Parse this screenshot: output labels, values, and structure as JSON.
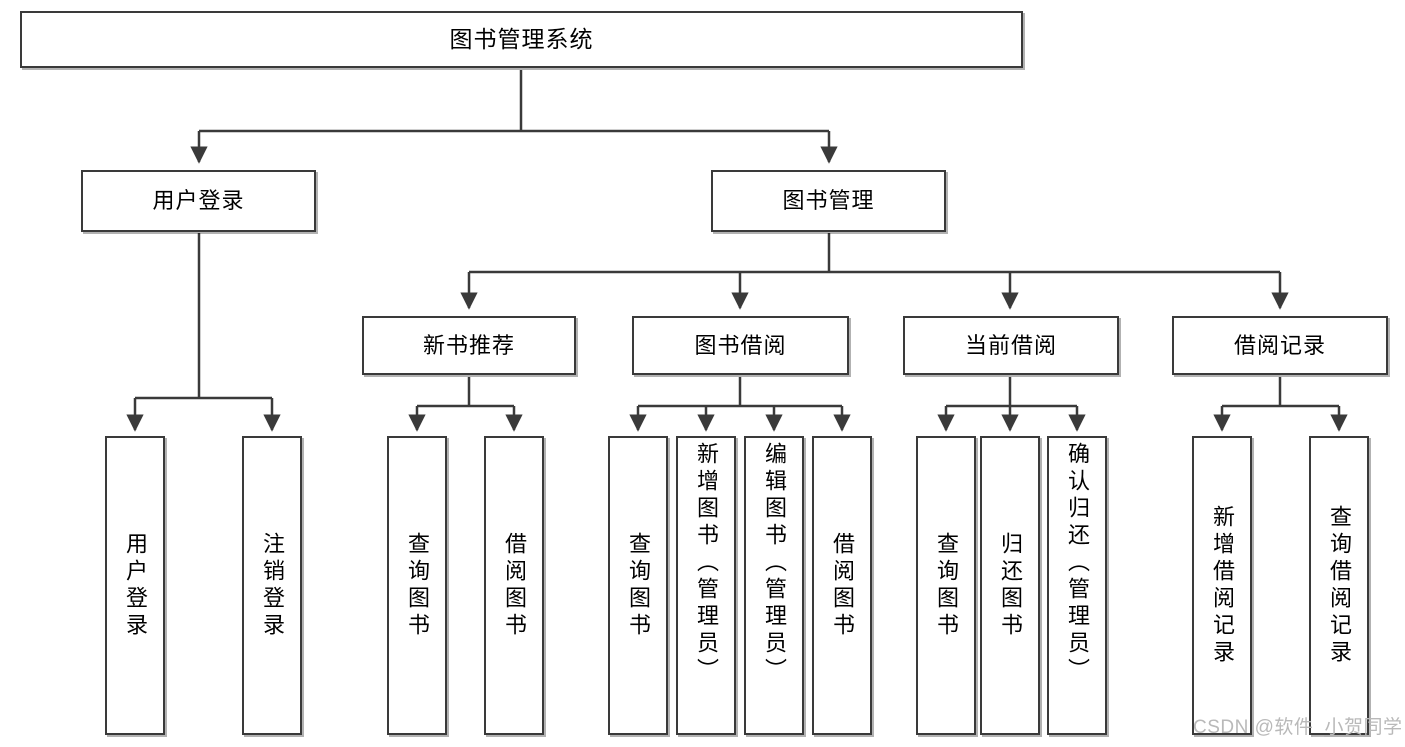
{
  "diagram": {
    "title": "图书管理系统",
    "type": "tree",
    "root": {
      "id": "root",
      "label": "图书管理系统"
    },
    "level2": [
      {
        "id": "user-login",
        "label": "用户登录"
      },
      {
        "id": "book-manage",
        "label": "图书管理"
      }
    ],
    "level3": [
      {
        "id": "new-book-recommend",
        "label": "新书推荐"
      },
      {
        "id": "book-borrow",
        "label": "图书借阅"
      },
      {
        "id": "current-borrow",
        "label": "当前借阅"
      },
      {
        "id": "borrow-record",
        "label": "借阅记录"
      }
    ],
    "leaves": [
      {
        "id": "leaf-user-login",
        "label": "用户登录",
        "parent": "user-login"
      },
      {
        "id": "leaf-user-logout",
        "label": "注销登录",
        "parent": "user-login"
      },
      {
        "id": "leaf-query-book-1",
        "label": "查询图书",
        "parent": "new-book-recommend"
      },
      {
        "id": "leaf-borrow-book-1",
        "label": "借阅图书",
        "parent": "new-book-recommend"
      },
      {
        "id": "leaf-query-book-2",
        "label": "查询图书",
        "parent": "book-borrow"
      },
      {
        "id": "leaf-add-book",
        "label": "新增图书（管理员）",
        "parent": "book-borrow"
      },
      {
        "id": "leaf-edit-book",
        "label": "编辑图书（管理员）",
        "parent": "book-borrow"
      },
      {
        "id": "leaf-borrow-book-2",
        "label": "借阅图书",
        "parent": "book-borrow"
      },
      {
        "id": "leaf-query-book-3",
        "label": "查询图书",
        "parent": "current-borrow"
      },
      {
        "id": "leaf-return-book",
        "label": "归还图书",
        "parent": "current-borrow"
      },
      {
        "id": "leaf-confirm-return",
        "label": "确认归还（管理员）",
        "parent": "current-borrow"
      },
      {
        "id": "leaf-add-record",
        "label": "新增借阅记录",
        "parent": "borrow-record"
      },
      {
        "id": "leaf-query-record",
        "label": "查询借阅记录",
        "parent": "borrow-record"
      }
    ],
    "colors": {
      "border": "#3a3a3a",
      "background": "#ffffff",
      "text": "#000000",
      "watermark": "#b9b9b9"
    }
  },
  "watermark": {
    "text": "CSDN @软件_小贺同学"
  }
}
